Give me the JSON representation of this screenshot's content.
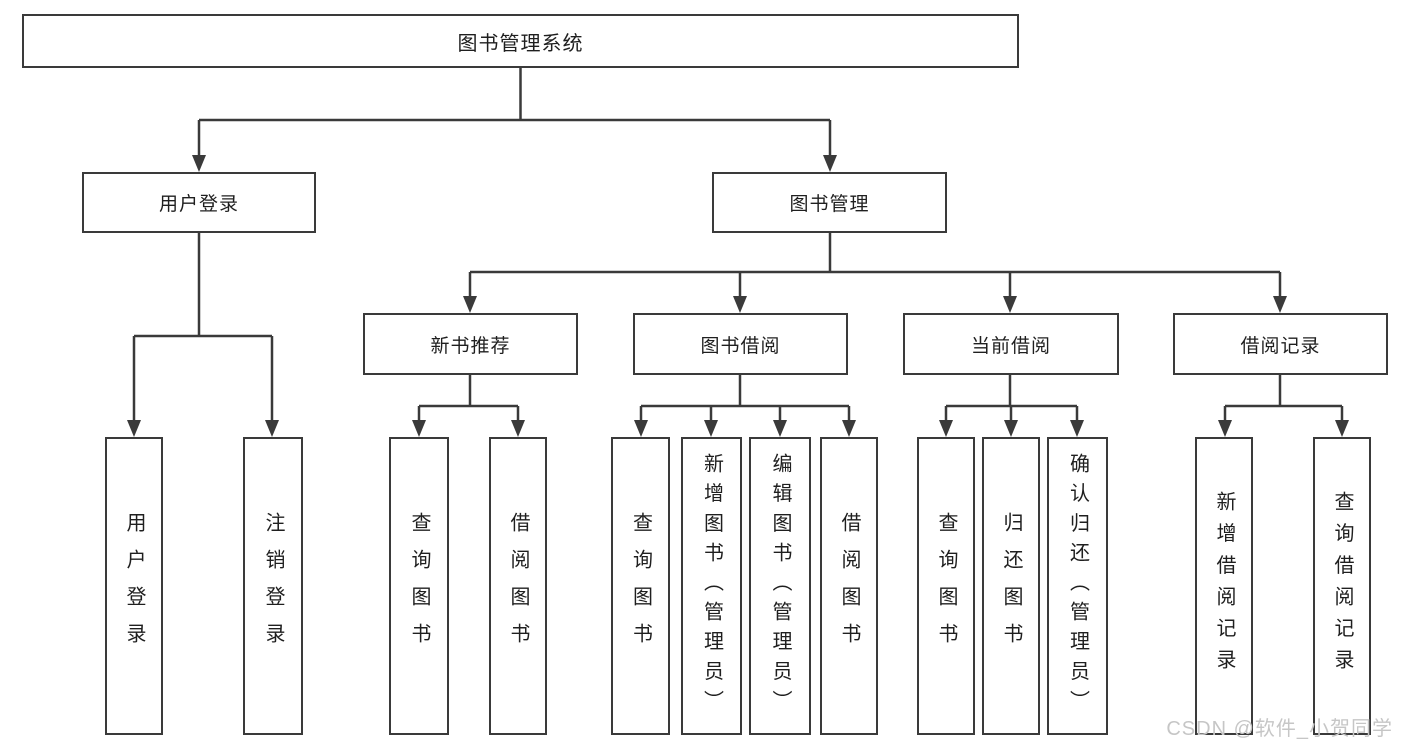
{
  "diagram": {
    "root": {
      "label": "图书管理系统"
    },
    "branches": [
      {
        "label": "用户登录",
        "children": [
          {
            "label": "用户登录"
          },
          {
            "label": "注销登录"
          }
        ]
      },
      {
        "label": "图书管理",
        "children": [
          {
            "label": "新书推荐",
            "children": [
              {
                "label": "查询图书"
              },
              {
                "label": "借阅图书"
              }
            ]
          },
          {
            "label": "图书借阅",
            "children": [
              {
                "label": "查询图书"
              },
              {
                "label": "新增图书（管理员）"
              },
              {
                "label": "编辑图书（管理员）"
              },
              {
                "label": "借阅图书"
              }
            ]
          },
          {
            "label": "当前借阅",
            "children": [
              {
                "label": "查询图书"
              },
              {
                "label": "归还图书"
              },
              {
                "label": "确认归还（管理员）"
              }
            ]
          },
          {
            "label": "借阅记录",
            "children": [
              {
                "label": "新增借阅记录"
              },
              {
                "label": "查询借阅记录"
              }
            ]
          }
        ]
      }
    ]
  },
  "watermark": {
    "text": "CSDN @软件_小贺同学"
  },
  "colors": {
    "line": "#3a3a3a",
    "text": "#1f1f1f",
    "watermark": "#c6c6c6",
    "background": "#ffffff"
  }
}
